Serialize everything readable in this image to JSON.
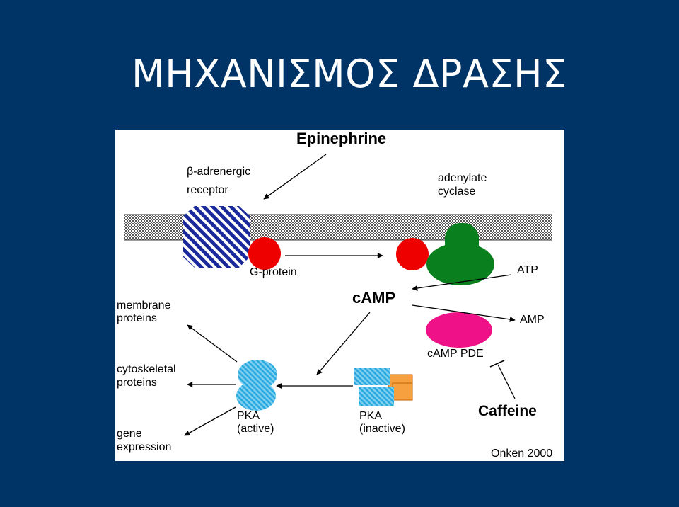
{
  "slide": {
    "title": "ΜΗΧΑΝΙΣΜΟΣ ΔΡΑΣΗΣ"
  },
  "diagram": {
    "epinephrine": "Epinephrine",
    "receptor_line1": "β-adrenergic",
    "receptor_line2": "receptor",
    "cyclase_line1": "adenylate",
    "cyclase_line2": "cyclase",
    "g_protein": "G-protein",
    "atp": "ATP",
    "camp": "cAMP",
    "amp": "AMP",
    "camp_pde": "cAMP PDE",
    "caffeine": "Caffeine",
    "membrane_line1": "membrane",
    "membrane_line2": "proteins",
    "cyto_line1": "cytoskeletal",
    "cyto_line2": "proteins",
    "gene_line1": "gene",
    "gene_line2": "expression",
    "pka_active_line1": "PKA",
    "pka_active_line2": "(active)",
    "pka_inactive_line1": "PKA",
    "pka_inactive_line2": "(inactive)",
    "credit": "Onken 2000",
    "colors": {
      "background": "#003466",
      "receptor": "#1a2a9c",
      "g_protein": "#ee0000",
      "cyclase": "#0a7f1e",
      "pde": "#ee1188",
      "pka": "#29a9e0",
      "regulatory": "#f7a040"
    }
  }
}
